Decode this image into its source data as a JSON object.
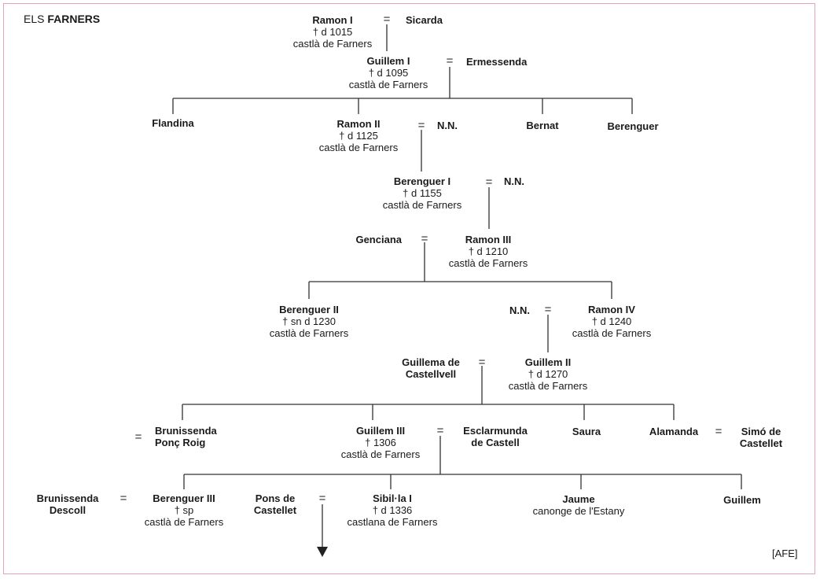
{
  "title": {
    "prefix": "ELS",
    "name": "FARNERS"
  },
  "source": "[AFE]",
  "eq_symbol": "=",
  "colors": {
    "frame": "#e8a4b4",
    "lines": "#333333",
    "text": "#1a1a1a"
  },
  "people": {
    "ramon1": {
      "name": "Ramon I",
      "date": "† d 1015",
      "title": "castlà de Farners"
    },
    "sicarda": {
      "name": "Sicarda"
    },
    "guillem1": {
      "name": "Guillem  I",
      "date": "† d 1095",
      "title": "castlà de Farners"
    },
    "ermessenda": {
      "name": "Ermessenda"
    },
    "flandina": {
      "name": "Flandina"
    },
    "ramon2": {
      "name": "Ramon II",
      "date": "† d 1125",
      "title": "castlà de Farners"
    },
    "nn1": {
      "name": "N.N."
    },
    "bernat": {
      "name": "Bernat"
    },
    "berenguer": {
      "name": "Berenguer"
    },
    "berenguer1": {
      "name": "Berenguer I",
      "date": "† d 1155",
      "title": "castlà de Farners"
    },
    "nn2": {
      "name": "N.N."
    },
    "genciana": {
      "name": "Genciana"
    },
    "ramon3": {
      "name": "Ramon III",
      "date": "† d 1210",
      "title": "castlà de Farners"
    },
    "berenguer2": {
      "name": "Berenguer II",
      "date": "† sn d 1230",
      "title": "castlà de Farners"
    },
    "nn3": {
      "name": "N.N."
    },
    "ramon4": {
      "name": "Ramon IV",
      "date": "† d 1240",
      "title": "castlà de Farners"
    },
    "guillema": {
      "name": "Guillema de",
      "name2": "Castellvell"
    },
    "guillem2": {
      "name": "Guillem II",
      "date": "† d 1270",
      "title": "castlà de Farners"
    },
    "brunissenda1": {
      "name": "Brunissenda",
      "name2": "Ponç Roig"
    },
    "guillem3": {
      "name": "Guillem III",
      "date": "† 1306",
      "title": "castlà de Farners"
    },
    "esclarmunda": {
      "name": "Esclarmunda",
      "name2": "de Castell"
    },
    "saura": {
      "name": "Saura"
    },
    "alamanda": {
      "name": "Alamanda"
    },
    "simo": {
      "name": "Simó de",
      "name2": "Castellet"
    },
    "brunissenda2": {
      "name": "Brunissenda",
      "name2": "Descoll"
    },
    "berenguer3": {
      "name": "Berenguer III",
      "date": "† sp",
      "title": "castlà de Farners"
    },
    "pons": {
      "name": "Pons de",
      "name2": "Castellet"
    },
    "sibila": {
      "name": "Sibil·la I",
      "date": "† d 1336",
      "title": "castlana de Farners"
    },
    "jaume": {
      "name": "Jaume",
      "title": "canonge de l'Estany"
    },
    "guillem": {
      "name": "Guillem"
    }
  }
}
